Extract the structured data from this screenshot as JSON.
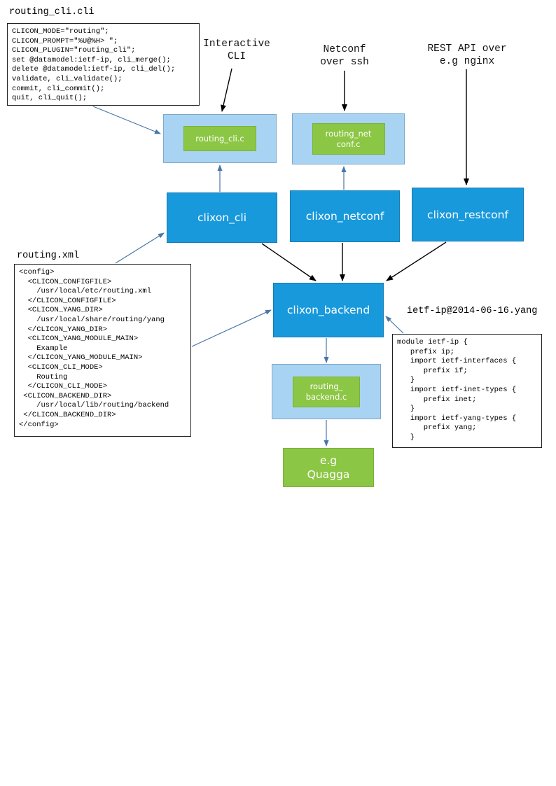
{
  "colors": {
    "component_blue": "#1899DC",
    "plugin_container_blue": "#A9D3F2",
    "plugin_green": "#8CC645",
    "arrow_blue": "#4876A8",
    "arrow_black": "#000000",
    "background": "#FFFFFF"
  },
  "files": {
    "cli_spec": {
      "title": "routing_cli.cli",
      "code": "CLICON_MODE=\"routing\";\nCLICON_PROMPT=\"%U@%H> \";\nCLICON_PLUGIN=\"routing_cli\";\nset @datamodel:ietf-ip, cli_merge();\ndelete @datamodel:ietf-ip, cli_del();\nvalidate, cli_validate();\ncommit, cli_commit();\nquit, cli_quit();"
    },
    "config_xml": {
      "title": "routing.xml",
      "code": "<config>\n  <CLICON_CONFIGFILE>\n    /usr/local/etc/routing.xml\n  </CLICON_CONFIGFILE>\n  <CLICON_YANG_DIR>\n    /usr/local/share/routing/yang\n  </CLICON_YANG_DIR>\n  <CLICON_YANG_MODULE_MAIN>\n    Example\n  </CLICON_YANG_MODULE_MAIN>\n  <CLICON_CLI_MODE>\n    Routing\n  </CLICON_CLI_MODE>\n <CLICON_BACKEND_DIR>\n    /usr/local/lib/routing/backend\n </CLICON_BACKEND_DIR>\n</config>"
    },
    "yang_module": {
      "title": "ietf-ip@2014-06-16.yang",
      "code": "module ietf-ip {\n   prefix ip;\n   import ietf-interfaces {\n      prefix if;\n   }\n   import ietf-inet-types {\n      prefix inet;\n   }\n   import ietf-yang-types {\n      prefix yang;\n   }"
    }
  },
  "interfaces": {
    "interactive_cli": "Interactive\nCLI",
    "netconf": "Netconf\nover ssh",
    "restapi": "REST API over\ne.g nginx"
  },
  "components": {
    "clixon_cli": "clixon_cli",
    "clixon_netconf": "clixon_netconf",
    "clixon_restconf": "clixon_restconf",
    "clixon_backend": "clixon_backend"
  },
  "plugins": {
    "routing_cli_c": "routing_cli.c",
    "routing_netconf_c": "routing_net\nconf.c",
    "routing_backend_c": "routing_\nbackend.c"
  },
  "external": {
    "quagga": "e.g\nQuagga"
  }
}
